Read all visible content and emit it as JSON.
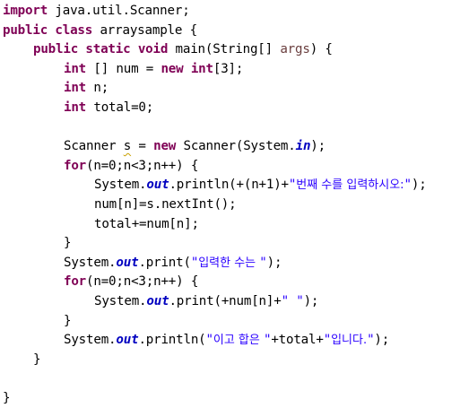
{
  "editor": {
    "language": "java",
    "colors": {
      "keyword": "#7f0055",
      "field": "#0000c0",
      "string": "#2a00ff",
      "parameter": "#6a3e3e",
      "plain": "#000000",
      "warning_underline": "#c8a000"
    },
    "lines": [
      {
        "indent": 0,
        "tokens": [
          {
            "t": "kw",
            "v": "import"
          },
          {
            "t": "plain",
            "v": " java.util.Scanner;"
          }
        ]
      },
      {
        "indent": 0,
        "tokens": [
          {
            "t": "kw",
            "v": "public"
          },
          {
            "t": "plain",
            "v": " "
          },
          {
            "t": "kw",
            "v": "class"
          },
          {
            "t": "plain",
            "v": " arraysample {"
          }
        ]
      },
      {
        "indent": 1,
        "tokens": [
          {
            "t": "kw",
            "v": "public"
          },
          {
            "t": "plain",
            "v": " "
          },
          {
            "t": "kw",
            "v": "static"
          },
          {
            "t": "plain",
            "v": " "
          },
          {
            "t": "kw",
            "v": "void"
          },
          {
            "t": "plain",
            "v": " main(String[] "
          },
          {
            "t": "param",
            "v": "args"
          },
          {
            "t": "plain",
            "v": ") {"
          }
        ]
      },
      {
        "indent": 2,
        "tokens": [
          {
            "t": "kw",
            "v": "int"
          },
          {
            "t": "plain",
            "v": " [] num = "
          },
          {
            "t": "kw",
            "v": "new"
          },
          {
            "t": "plain",
            "v": " "
          },
          {
            "t": "kw",
            "v": "int"
          },
          {
            "t": "plain",
            "v": "[3];"
          }
        ]
      },
      {
        "indent": 2,
        "tokens": [
          {
            "t": "kw",
            "v": "int"
          },
          {
            "t": "plain",
            "v": " n;"
          }
        ]
      },
      {
        "indent": 2,
        "tokens": [
          {
            "t": "kw",
            "v": "int"
          },
          {
            "t": "plain",
            "v": " total=0;"
          }
        ]
      },
      {
        "indent": 0,
        "tokens": []
      },
      {
        "indent": 2,
        "tokens": [
          {
            "t": "plain",
            "v": "Scanner "
          },
          {
            "t": "warn",
            "v": "s"
          },
          {
            "t": "plain",
            "v": " = "
          },
          {
            "t": "kw",
            "v": "new"
          },
          {
            "t": "plain",
            "v": " Scanner(System."
          },
          {
            "t": "field",
            "v": "in"
          },
          {
            "t": "plain",
            "v": ");"
          }
        ]
      },
      {
        "indent": 2,
        "tokens": [
          {
            "t": "kw",
            "v": "for"
          },
          {
            "t": "plain",
            "v": "(n=0;n<3;n++) {"
          }
        ]
      },
      {
        "indent": 3,
        "tokens": [
          {
            "t": "plain",
            "v": "System."
          },
          {
            "t": "field",
            "v": "out"
          },
          {
            "t": "plain",
            "v": ".println(+(n+1)+"
          },
          {
            "t": "str",
            "v": "\""
          },
          {
            "t": "strko",
            "v": "번째 수를 입력하시오:"
          },
          {
            "t": "str",
            "v": "\""
          },
          {
            "t": "plain",
            "v": ");"
          }
        ]
      },
      {
        "indent": 3,
        "tokens": [
          {
            "t": "plain",
            "v": "num[n]=s.nextInt();"
          }
        ]
      },
      {
        "indent": 3,
        "tokens": [
          {
            "t": "plain",
            "v": "total+=num[n];"
          }
        ]
      },
      {
        "indent": 2,
        "tokens": [
          {
            "t": "plain",
            "v": "}"
          }
        ]
      },
      {
        "indent": 2,
        "tokens": [
          {
            "t": "plain",
            "v": "System."
          },
          {
            "t": "field",
            "v": "out"
          },
          {
            "t": "plain",
            "v": ".print("
          },
          {
            "t": "str",
            "v": "\""
          },
          {
            "t": "strko",
            "v": "입력한 수는 "
          },
          {
            "t": "str",
            "v": "\""
          },
          {
            "t": "plain",
            "v": ");"
          }
        ]
      },
      {
        "indent": 2,
        "tokens": [
          {
            "t": "kw",
            "v": "for"
          },
          {
            "t": "plain",
            "v": "(n=0;n<3;n++) {"
          }
        ]
      },
      {
        "indent": 3,
        "tokens": [
          {
            "t": "plain",
            "v": "System."
          },
          {
            "t": "field",
            "v": "out"
          },
          {
            "t": "plain",
            "v": ".print(+num[n]+"
          },
          {
            "t": "str",
            "v": "\" \""
          },
          {
            "t": "plain",
            "v": ");"
          }
        ]
      },
      {
        "indent": 2,
        "tokens": [
          {
            "t": "plain",
            "v": "}"
          }
        ]
      },
      {
        "indent": 2,
        "tokens": [
          {
            "t": "plain",
            "v": "System."
          },
          {
            "t": "field",
            "v": "out"
          },
          {
            "t": "plain",
            "v": ".println("
          },
          {
            "t": "str",
            "v": "\""
          },
          {
            "t": "strko",
            "v": "이고 합은 "
          },
          {
            "t": "str",
            "v": "\""
          },
          {
            "t": "plain",
            "v": "+total+"
          },
          {
            "t": "str",
            "v": "\""
          },
          {
            "t": "strko",
            "v": "입니다."
          },
          {
            "t": "str",
            "v": "\""
          },
          {
            "t": "plain",
            "v": ");"
          }
        ]
      },
      {
        "indent": 1,
        "tokens": [
          {
            "t": "plain",
            "v": "}"
          }
        ]
      },
      {
        "indent": 0,
        "tokens": []
      },
      {
        "indent": 0,
        "tokens": [
          {
            "t": "plain",
            "v": "}"
          }
        ]
      }
    ]
  }
}
